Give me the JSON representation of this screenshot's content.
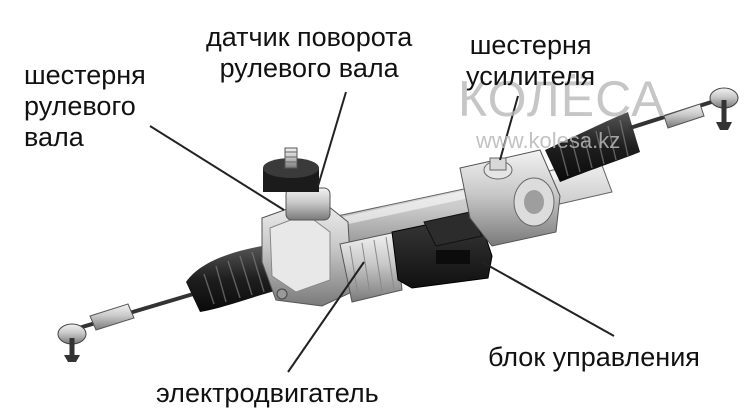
{
  "labels": {
    "rotation_sensor": [
      "датчик поворота",
      "рулевого вала"
    ],
    "booster_gear": [
      "шестерня",
      "усилителя"
    ],
    "steering_shaft_gear": [
      "шестерня",
      "рулевого",
      "вала"
    ],
    "control_unit": "блок управления",
    "electric_motor": "электродвигатель"
  },
  "watermark": {
    "logo": "КОЛЁСА",
    "url": "www.kolesa.kz"
  },
  "colors": {
    "text": "#111111",
    "line": "#222222",
    "watermark": "#b8b8b8"
  }
}
